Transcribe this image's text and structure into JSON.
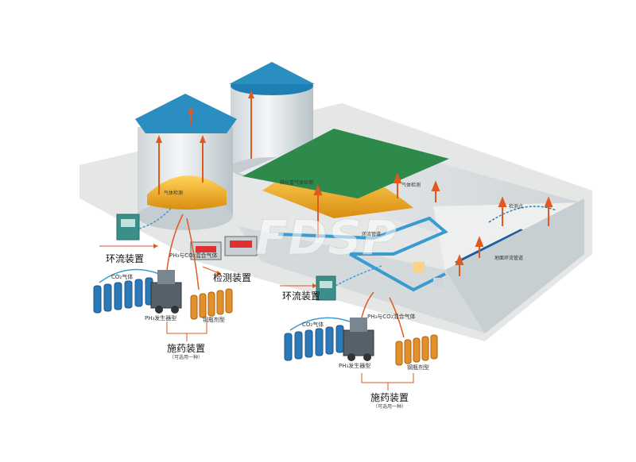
{
  "labels": {
    "huanliu_left": "环流装置",
    "huanliu_right": "环流装置",
    "jiance": "检测装置",
    "shiyao_left": "施药装置",
    "shiyao_left_sub": "（可选用一种）",
    "shiyao_right": "施药装置",
    "shiyao_right_sub": "（可选用一种）",
    "co2_left": "CO₂气体",
    "co2_right": "CO₂气体",
    "ph3_gen_left": "PH₃发生器型",
    "ph3_gen_right": "PH₃发生器型",
    "ph3_mix_left": "PH₃与CO₂混合气体",
    "ph3_mix_right": "PH₃与CO₂混合气体",
    "cylinder_left": "钢瓶剂型",
    "cylinder_right": "钢瓶剂型",
    "gas_detect_silo": "气体检测",
    "gas_detect_wh1": "磷化氢气体检测",
    "gas_detect_wh2": "气体检测",
    "duct_label": "环流管道",
    "floor_label": "地面环流管道",
    "wall_label": "检测点",
    "watermark": "FDSP"
  },
  "colors": {
    "roof_blue": "#2a8fc0",
    "roof_green": "#2e8a4a",
    "grain": "#e8a820",
    "pipe": "#3a9bd0",
    "arrow": "#e05a20",
    "cylinder_blue": "#2c79b8",
    "cylinder_orange": "#e3902a",
    "ground": "#dfe2e0"
  }
}
